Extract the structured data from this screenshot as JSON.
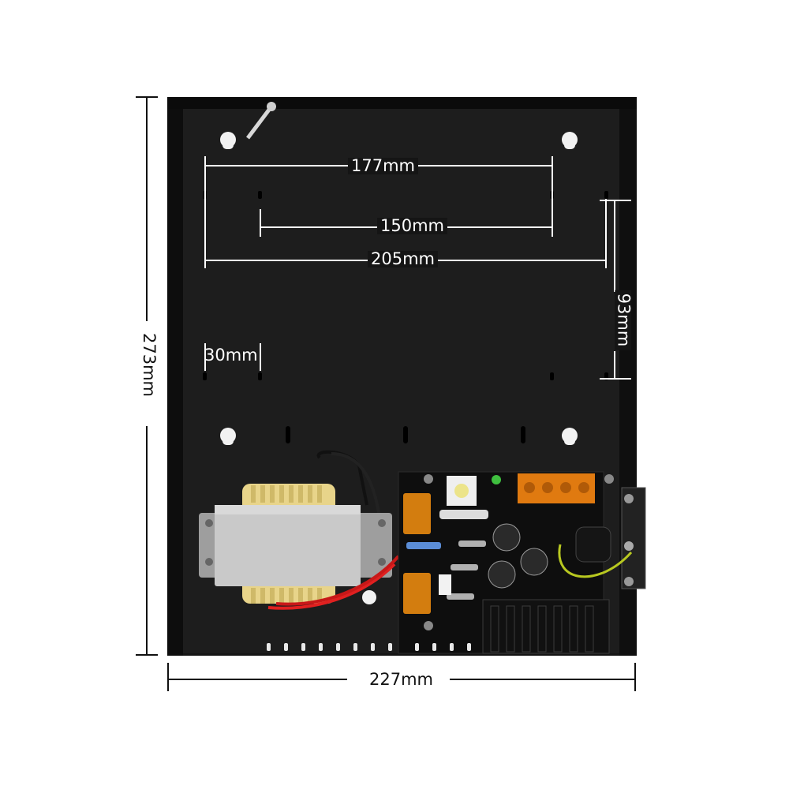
{
  "dimensions": {
    "width_between_top_holes": "177mm",
    "width_between_inner_holes": "150mm",
    "width_between_outer_holes": "205mm",
    "small_hole_spacing": "30mm",
    "vertical_hole_spacing": "93mm",
    "enclosure_height": "273mm",
    "enclosure_width": "227mm"
  },
  "colors": {
    "enclosure": "#151515",
    "background": "#ffffff",
    "dimension_line": "#ffffff",
    "outer_dimension_line": "#111111",
    "transformer_body": "#c9c9c9",
    "bobbin": "#e8d48a",
    "fuse_cover": "#e98a10",
    "wire_red": "#e02020",
    "wire_ground": "#b8c820"
  },
  "icons": [
    "keyhole-mount-icon",
    "transformer-icon",
    "circuit-board-icon",
    "heatsink-icon",
    "terminal-block-icon"
  ]
}
